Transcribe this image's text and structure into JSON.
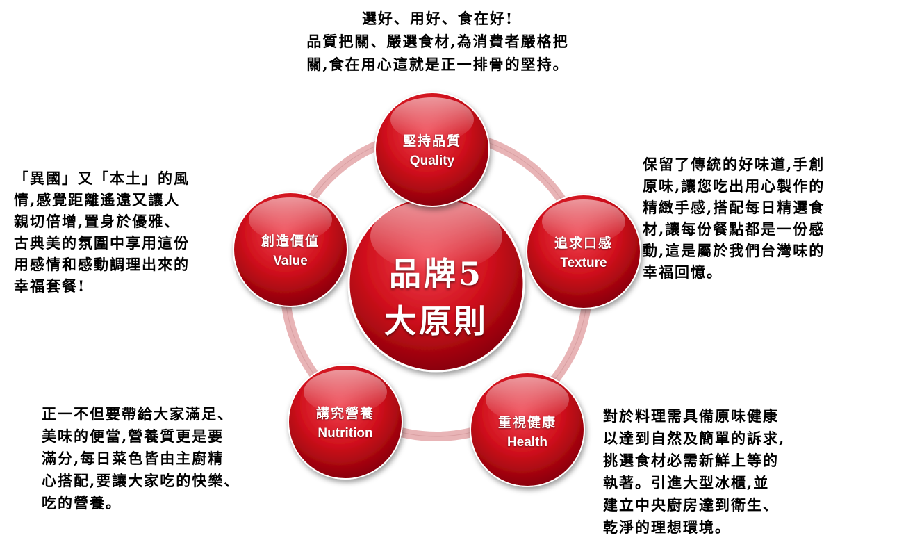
{
  "top_text": "選好、用好、食在好!\n品質把關、嚴選食材,為消費者嚴格把\n關,食在用心這就是正一排骨的堅持。",
  "center": {
    "line1": "品牌5",
    "line2": "大原則"
  },
  "nodes": {
    "quality": {
      "zh": "堅持品質",
      "en": "Quality"
    },
    "texture": {
      "zh": "追求口感",
      "en": "Texture"
    },
    "health": {
      "zh": "重視健康",
      "en": "Health"
    },
    "nutrition": {
      "zh": "講究營養",
      "en": "Nutrition"
    },
    "value": {
      "zh": "創造價值",
      "en": "Value"
    }
  },
  "descriptions": {
    "value": "「異國」又「本土」的風\n情,感覺距離遙遠又讓人\n親切倍增,置身於優雅、\n古典美的氛圍中享用這份\n用感情和感動調理出來的\n幸福套餐!",
    "texture": "保留了傳統的好味道,手創\n原味,讓您吃出用心製作的\n精緻手感,搭配每日精選食\n材,讓每份餐點都是一份感\n動,這是屬於我們台灣味的\n幸福回憶。",
    "nutrition": "正一不但要帶給大家滿足、\n美味的便當,營養質更是要\n滿分,每日菜色皆由主廚精\n心搭配,要讓大家吃的快樂、\n吃的營養。",
    "health": "對於料理需具備原味健康\n以達到自然及簡單的訴求,\n挑選食材必需新鮮上等的\n執著。引進大型冰櫃,並\n建立中央廚房達到衛生、\n乾淨的理想環境。"
  },
  "colors": {
    "node_red": "#d0101c",
    "ring": "#e8b4b6"
  }
}
